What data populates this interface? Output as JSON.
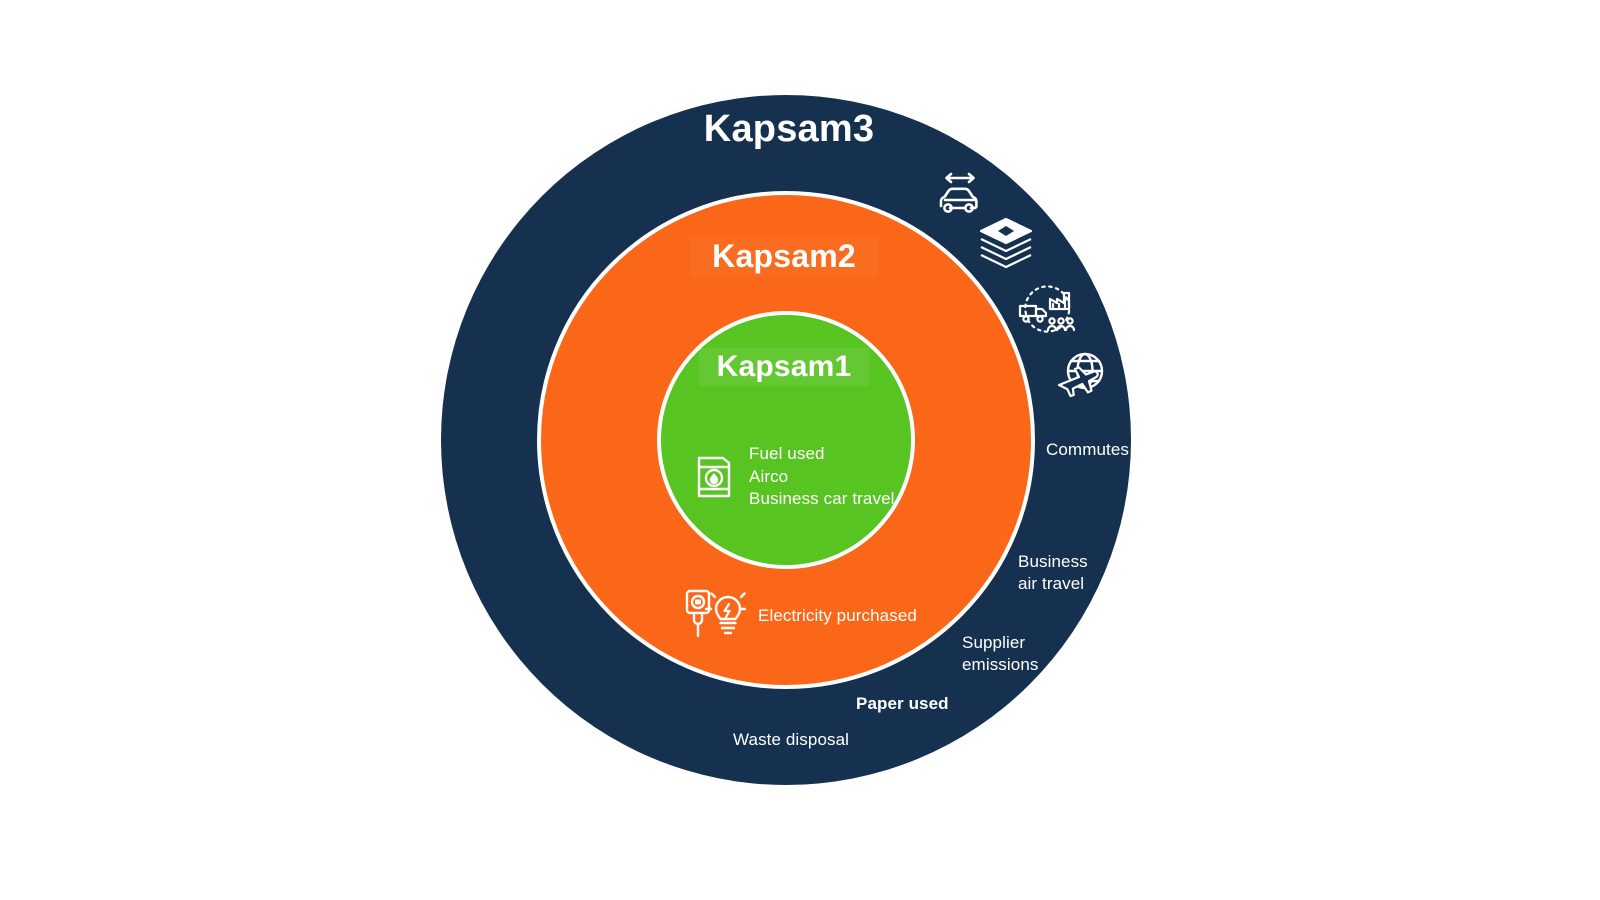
{
  "diagram": {
    "title_scope3": "Kapsam3",
    "title_scope2": "Kapsam2",
    "title_scope1": "Kapsam1",
    "colors": {
      "scope3": "#16314f",
      "scope2": "#fa6718",
      "scope1": "#57c422",
      "text": "#ffffff",
      "background": "#ffffff"
    },
    "scope1": {
      "icon": "fuel-barrel-icon",
      "items_text": "Fuel used\nAirco\nBusiness car travel",
      "items": [
        "Fuel used",
        "Airco",
        "Business car travel"
      ]
    },
    "scope2": {
      "icon": "socket-lightbulb-icon",
      "items_text": "Electricity purchased",
      "items": [
        "Electricity purchased"
      ]
    },
    "scope3": {
      "icons": [
        {
          "name": "car-commute-icon",
          "label": "Commutes"
        },
        {
          "name": "paper-stack-icon",
          "label": "Paper used"
        },
        {
          "name": "supply-chain-icon",
          "label": "Supplier emissions"
        },
        {
          "name": "globe-airplane-icon",
          "label": "Business air travel"
        }
      ],
      "labels": {
        "commutes": "Commutes",
        "business_air_travel": "Business\nair travel",
        "supplier_emissions": "Supplier\nemissions",
        "paper_used": "Paper used",
        "waste_disposal": "Waste disposal"
      }
    }
  }
}
